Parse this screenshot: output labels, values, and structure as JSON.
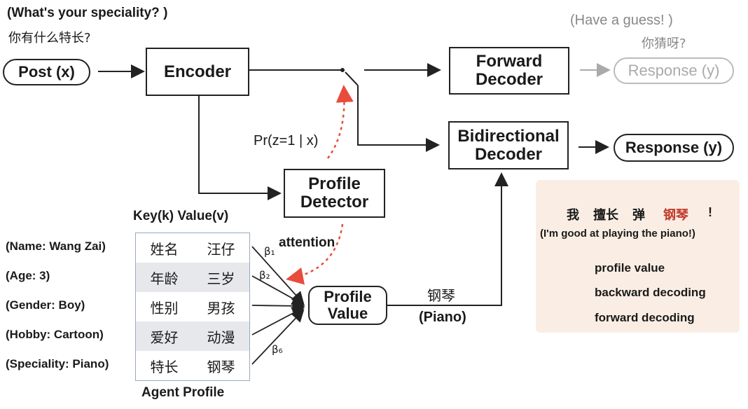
{
  "question": {
    "en": "(What's your speciality? )",
    "zh": "你有什么特长?"
  },
  "guess": {
    "en": "(Have a guess! )",
    "zh": "你猜呀?"
  },
  "nodes": {
    "post": "Post (x)",
    "encoder": "Encoder",
    "forward_decoder_line1": "Forward",
    "forward_decoder_line2": "Decoder",
    "response_grey": "Response (y)",
    "bidirectional_line1": "Bidirectional",
    "bidirectional_line2": "Decoder",
    "response": "Response (y)",
    "profile_detector_line1": "Profile",
    "profile_detector_line2": "Detector",
    "profile_value_line1": "Profile",
    "profile_value_line2": "Value"
  },
  "labels": {
    "prob": "Pr(z=1 | x)",
    "attention": "attention",
    "piano_zh": "钢琴",
    "piano_en": "(Piano)",
    "key_value": "Key(k) Value(v)",
    "agent_profile": "Agent Profile",
    "beta1": "β₁",
    "beta2": "β₂",
    "beta6": "β₆"
  },
  "profile": [
    {
      "attr": "(Name: Wang Zai)",
      "key": "姓名",
      "value": "汪仔"
    },
    {
      "attr": "(Age: 3)",
      "key": "年龄",
      "value": "三岁"
    },
    {
      "attr": "(Gender: Boy)",
      "key": "性别",
      "value": "男孩"
    },
    {
      "attr": "(Hobby: Cartoon)",
      "key": "爱好",
      "value": "动漫"
    },
    {
      "attr": "(Speciality: Piano)",
      "key": "特长",
      "value": "钢琴"
    }
  ],
  "legend": {
    "sentence_words": [
      "我",
      "擅长",
      "弹",
      "钢琴",
      "!"
    ],
    "sentence_en": "(I'm good at playing the piano!)",
    "profile_value": "profile value",
    "backward": "backward decoding",
    "forward": "forward decoding"
  },
  "colors": {
    "accent_red": "#c0392b",
    "legend_bg": "#faeee4",
    "table_shade": "#e6e8eb"
  }
}
